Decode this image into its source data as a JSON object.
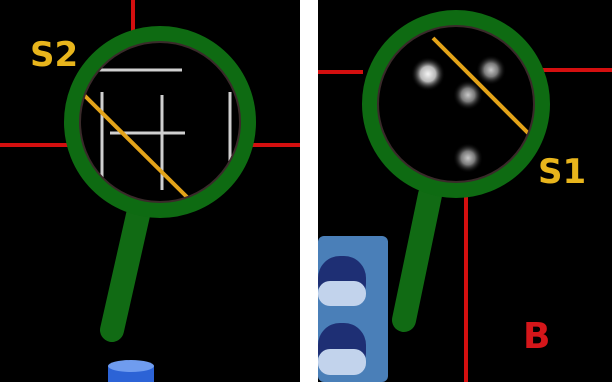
{
  "colors": {
    "background": "#000000",
    "divider": "#ffffff",
    "magnifier_ring": "#0e6b12",
    "magnifier_handle": "#116b14",
    "red_line": "#d40f0f",
    "scan_line": "#e3a319",
    "label_yellow": "#e8b51c",
    "label_red": "#d4161a",
    "blue_block": "#4a7fb8",
    "capsule_dark": "#1e2f74",
    "capsule_light": "#c2d3ec",
    "cylinder_blue": "#2c63d6"
  },
  "left_panel": {
    "magnifier_label": "S2"
  },
  "right_panel": {
    "magnifier_label": "S1",
    "corner_label": "B"
  }
}
